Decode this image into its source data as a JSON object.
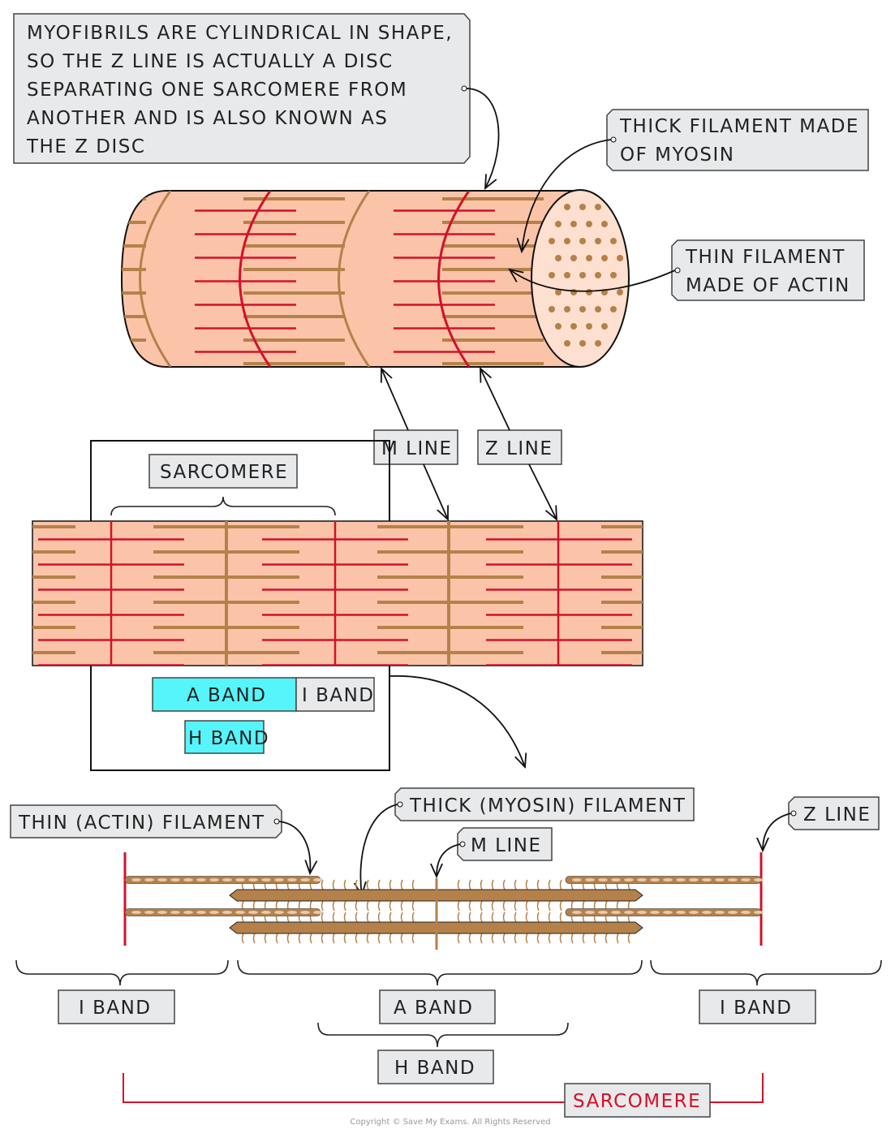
{
  "colors": {
    "muscle_fill": "#fbc4a9",
    "actin_red": "#d3112a",
    "myosin_brown": "#b5814a",
    "label_box": "#e8e9ea",
    "band_highlight": "#55f5fb"
  },
  "top_note": {
    "lines": [
      "MYOFIBRILS  ARE  CYLINDRICAL  IN  SHAPE,",
      "SO  THE  Z  LINE  IS  ACTUALLY  A  DISC",
      "SEPARATING  ONE  SARCOMERE  FROM",
      "ANOTHER  AND  IS  ALSO  KNOWN  AS",
      "THE  Z  DISC"
    ]
  },
  "cylinder_labels": {
    "thick": [
      "THICK  FILAMENT  MADE",
      "OF  MYOSIN"
    ],
    "thin": [
      "THIN  FILAMENT",
      "MADE  OF  ACTIN"
    ],
    "m_line": "M  LINE",
    "z_line": "Z  LINE"
  },
  "flat_view": {
    "sarcomere": "SARCOMERE",
    "a_band": "A  BAND",
    "i_band": "I  BAND",
    "h_band": "H  BAND"
  },
  "detail_view": {
    "thin_filament": "THIN  (ACTIN)  FILAMENT",
    "thick_filament": "THICK  (MYOSIN)  FILAMENT",
    "m_line": "M  LINE",
    "z_line": "Z  LINE",
    "i_band_left": "I  BAND",
    "a_band": "A  BAND",
    "i_band_right": "I  BAND",
    "h_band": "H  BAND",
    "sarcomere": "SARCOMERE"
  },
  "copyright": "Copyright © Save My Exams. All Rights Reserved"
}
